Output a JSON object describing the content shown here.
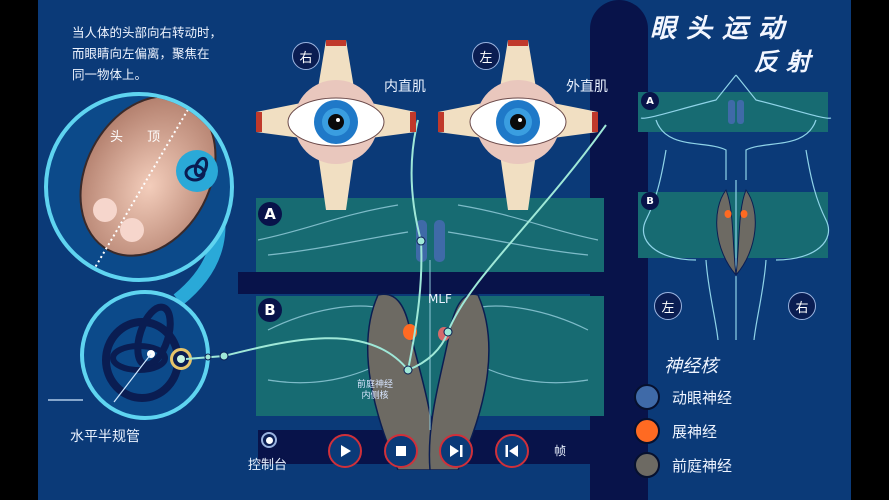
{
  "intro_text": [
    "当人体的头部向右转动时，",
    "而眼睛向左偏离，聚焦在",
    "同一物体上。"
  ],
  "title": {
    "line1": "眼头运动",
    "line2": "反射"
  },
  "head_diagram": {
    "label": "头 顶"
  },
  "canal_label": "水平半规管",
  "eyes": {
    "right_tag": "右",
    "left_tag": "左",
    "medial_rectus": "内直肌",
    "lateral_rectus": "外直肌"
  },
  "sections": {
    "a": "A",
    "b": "B"
  },
  "mlf_label": "MLF",
  "vestibular_nucleus_label": [
    "前庭神经",
    "内侧核"
  ],
  "brainstem": {
    "a": "A",
    "b": "B",
    "left": "左",
    "right": "右"
  },
  "legend": {
    "title": "神经核",
    "items": [
      {
        "label": "动眼神经",
        "color": "#3f6aa8"
      },
      {
        "label": "展神经",
        "color": "#ff6a22"
      },
      {
        "label": "前庭神经",
        "color": "#6d6a63"
      }
    ]
  },
  "controls": {
    "console_label": "控制台",
    "frame_label": "帧",
    "buttons": [
      "play",
      "stop",
      "step-forward",
      "step-back"
    ]
  },
  "colors": {
    "background": "#0b3a78",
    "dark_band": "#08134a",
    "section_fill": "#176b72",
    "nerve_line": "#9fe8d8",
    "button_ring": "#d0303a"
  }
}
